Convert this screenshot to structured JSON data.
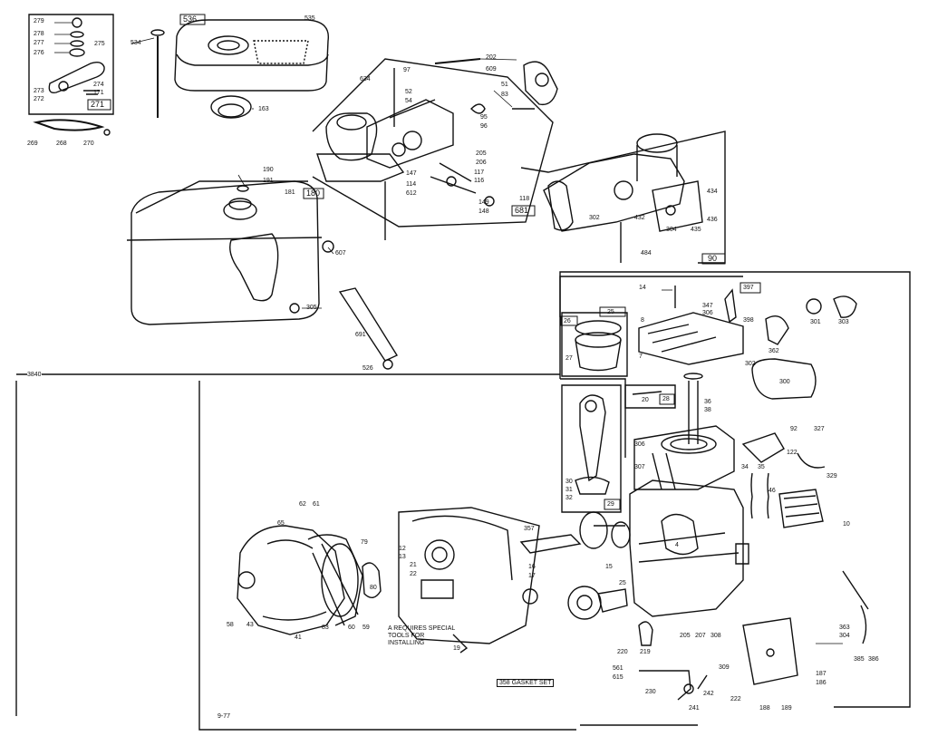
{
  "diagram": {
    "model_number": "3840",
    "page_code": "9-77",
    "note": "A REQUIRES SPECIAL TOOLS FOR INSTALLING",
    "gasket_set_label": "358 GASKET SET",
    "group_boxes": [
      "271",
      "536",
      "180",
      "681",
      "90",
      "397",
      "26",
      "25",
      "28",
      "29"
    ],
    "labels": {
      "p279": "279",
      "p278": "278",
      "p277": "277",
      "p276": "276",
      "p275": "275",
      "p274": "274",
      "p273": "273",
      "p272": "272",
      "p171": "171",
      "p269": "269",
      "p268": "268",
      "p270": "270",
      "p534": "534",
      "p535": "535",
      "p163": "163",
      "p202": "202",
      "p609": "609",
      "p51": "51",
      "p83": "83",
      "p634": "634",
      "p97": "97",
      "p52": "52",
      "p54": "54",
      "p95": "95",
      "p96": "96",
      "p205": "205",
      "p206": "206",
      "p147": "147",
      "p114": "114",
      "p117": "117",
      "p116": "116",
      "p149": "149",
      "p148": "148",
      "p118": "118",
      "p612": "612",
      "p190": "190",
      "p191": "191",
      "p181": "181",
      "p607": "607",
      "p305": "305",
      "p691": "691",
      "p526": "526",
      "p434": "434",
      "p436": "436",
      "p435": "435",
      "p304": "304",
      "p432": "432",
      "p302": "302",
      "p484": "484",
      "p14": "14",
      "p347": "347",
      "p306": "306",
      "p398": "398",
      "p301": "301",
      "p303": "303",
      "p362": "362",
      "p7": "7",
      "p8": "8",
      "p27": "27",
      "p302b": "302",
      "p300": "300",
      "p20": "20",
      "p36": "36",
      "p38": "38",
      "p306b": "306",
      "p307": "307",
      "p92": "92",
      "p327": "327",
      "p122": "122",
      "p329": "329",
      "p34": "34",
      "p35": "35",
      "p46": "46",
      "p10": "10",
      "p30": "30",
      "p31": "31",
      "p32": "32",
      "p357": "357",
      "p4": "4",
      "p16": "16",
      "p17": "17",
      "p15": "15",
      "p25": "25",
      "p21": "21",
      "p22": "22",
      "p12": "12",
      "p13": "13",
      "p19": "19",
      "p62": "62",
      "p61": "61",
      "p65": "65",
      "p79": "79",
      "p80": "80",
      "p83b": "83",
      "p60": "60",
      "p59": "59",
      "p58": "58",
      "p43": "43",
      "p41": "41",
      "p220": "220",
      "p219": "219",
      "p205b": "205",
      "p207": "207",
      "p308": "308",
      "p309": "309",
      "p222": "222",
      "p230": "230",
      "p241": "241",
      "p242": "242",
      "p561": "561",
      "p615": "615",
      "p304b": "304",
      "p363": "363",
      "p385": "385",
      "p386": "386",
      "p187": "187",
      "p186": "186",
      "p188": "188",
      "p189": "189"
    }
  }
}
